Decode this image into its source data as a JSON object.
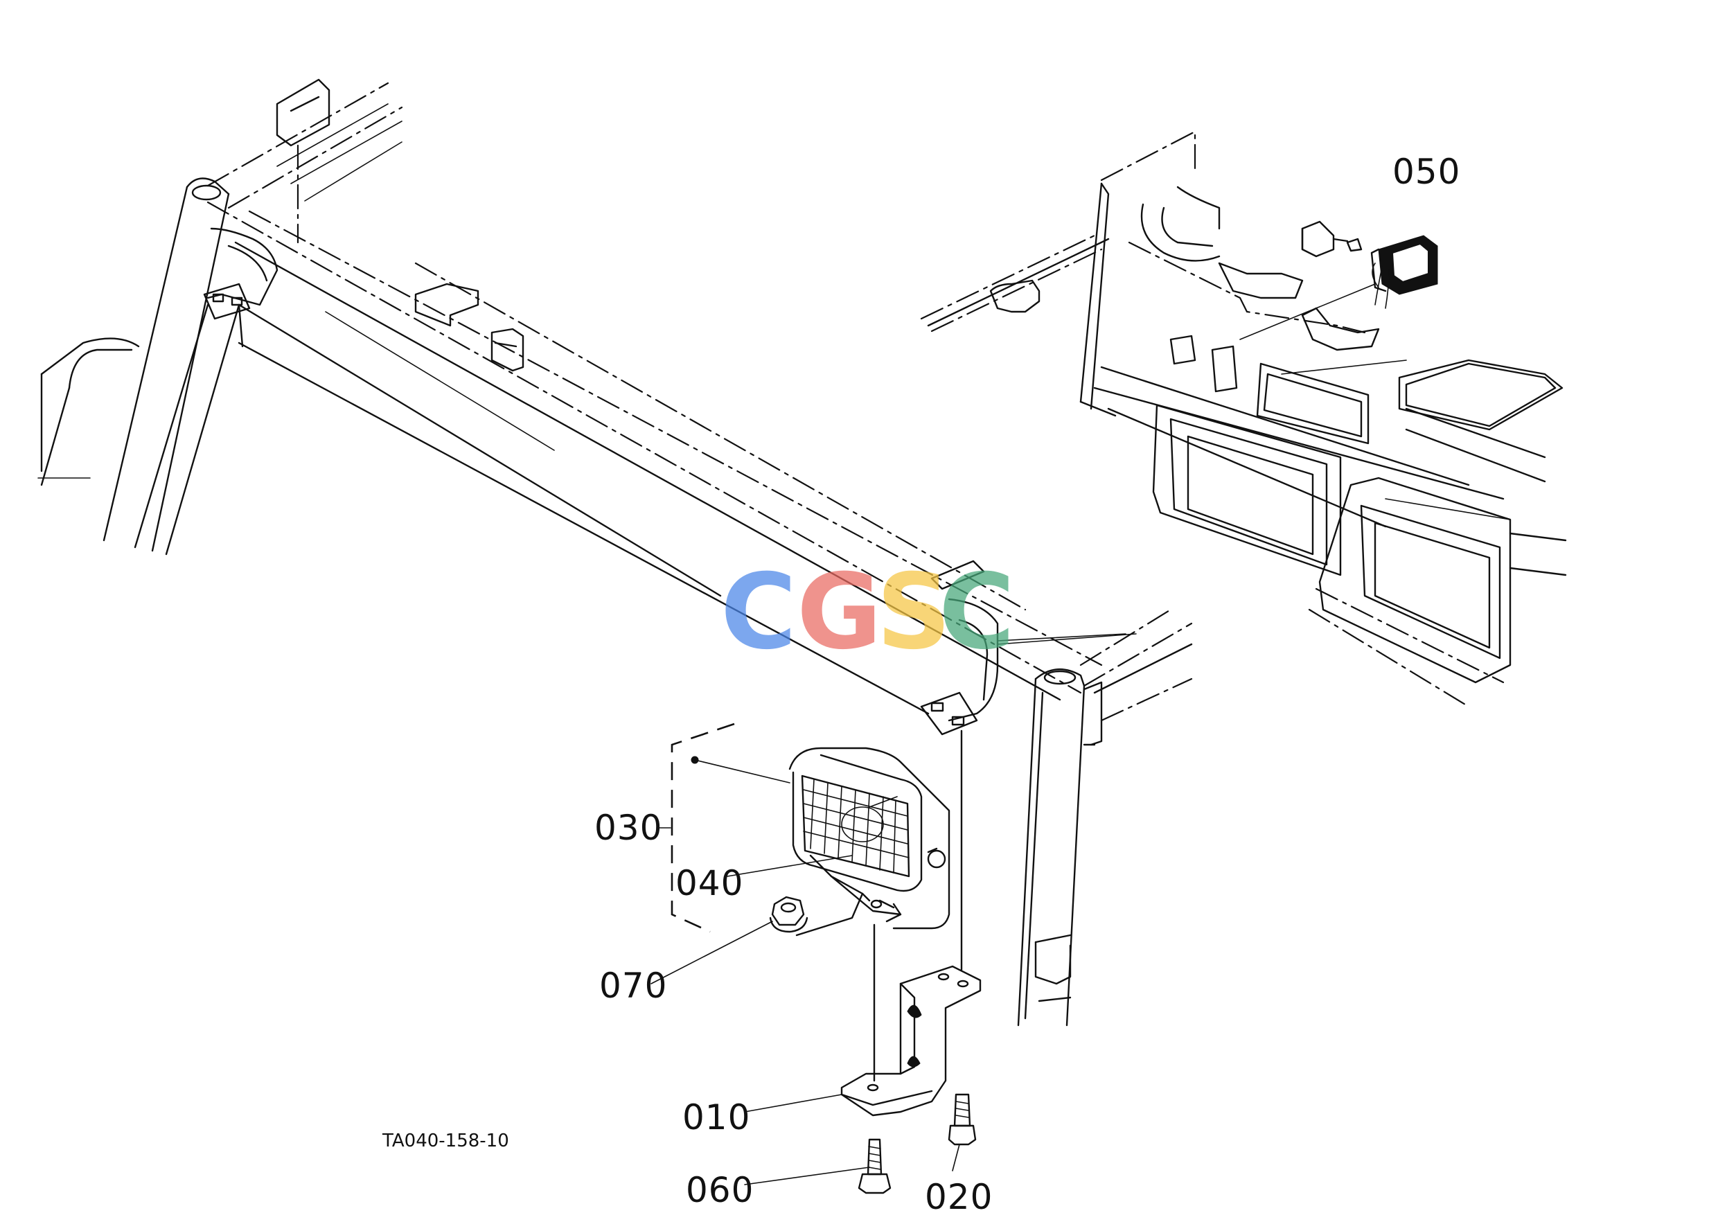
{
  "parts": [
    {
      "id": "part-010",
      "label": "010"
    },
    {
      "id": "part-020",
      "label": "020"
    },
    {
      "id": "part-030",
      "label": "030"
    },
    {
      "id": "part-040",
      "label": "040"
    },
    {
      "id": "part-050",
      "label": "050"
    },
    {
      "id": "part-060",
      "label": "060"
    },
    {
      "id": "part-070",
      "label": "070"
    }
  ],
  "drawing_ref": "TA040-158-10",
  "watermark": {
    "letters": [
      "C",
      "G",
      "S",
      "C"
    ],
    "colors": [
      "#4a86e8",
      "#ea6a62",
      "#f6c644",
      "#46a77a"
    ]
  }
}
